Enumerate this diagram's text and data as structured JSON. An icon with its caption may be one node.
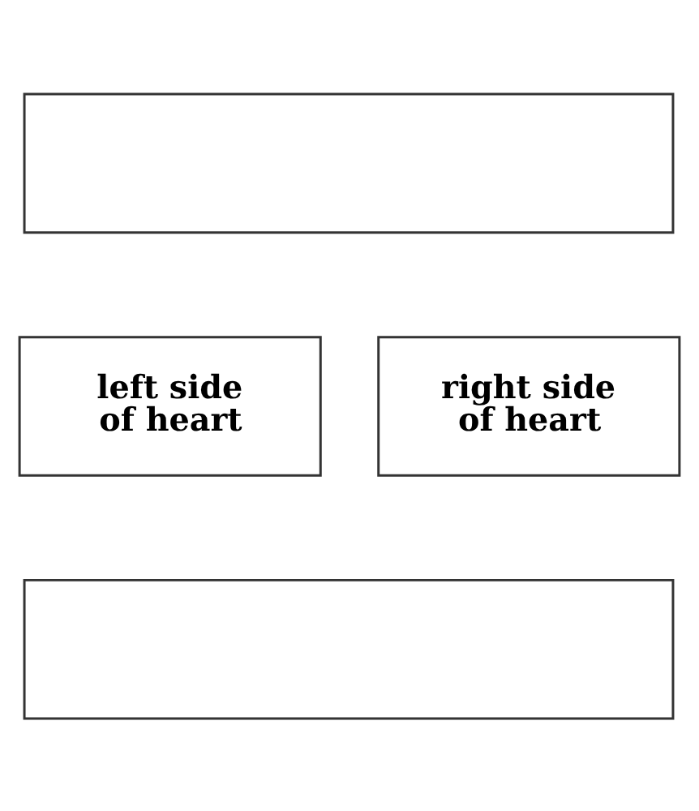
{
  "diagram": {
    "nodes": [
      {
        "text": [],
        "shape": "box"
      },
      {
        "text": [
          "left side of heart"
        ]
      },
      {
        "text": [
          "right side of heart"
        ]
      },
      {
        "text": [],
        "shape": "box"
      }
    ]
  }
}
